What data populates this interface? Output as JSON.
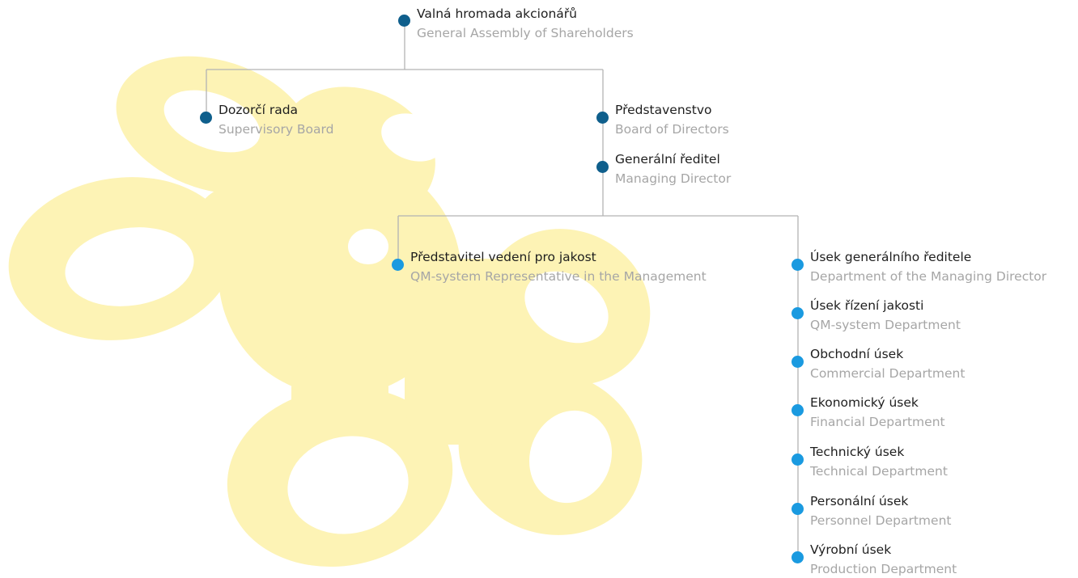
{
  "colors": {
    "primary_dot": "#0f5f8c",
    "secondary_dot": "#1a9ae0",
    "connector": "#b3b3b3",
    "decor_shape": "#fdf3b5",
    "label_primary": "#1e1e1e",
    "label_secondary": "#a6a6a6"
  },
  "nodes": {
    "assembly": {
      "cz": "Valná hromada akcionářů",
      "en": "General Assembly of Shareholders"
    },
    "supervisory": {
      "cz": "Dozorčí rada",
      "en": "Supervisory Board"
    },
    "board": {
      "cz": "Představenstvo",
      "en": "Board of Directors"
    },
    "director": {
      "cz": "Generální ředitel",
      "en": "Managing Director"
    },
    "qm_rep": {
      "cz": "Představitel vedení pro jakost",
      "en": "QM-system Representative in the Management"
    },
    "departments": [
      {
        "cz": "Úsek generálního ředitele",
        "en": "Department of the Managing Director"
      },
      {
        "cz": "Úsek řízení jakosti",
        "en": "QM-system Department"
      },
      {
        "cz": "Obchodní úsek",
        "en": "Commercial Department"
      },
      {
        "cz": "Ekonomický úsek",
        "en": "Financial Department"
      },
      {
        "cz": "Technický úsek",
        "en": "Technical Department"
      },
      {
        "cz": "Personální úsek",
        "en": "Personnel Department"
      },
      {
        "cz": "Výrobní úsek",
        "en": "Production Department"
      }
    ]
  }
}
